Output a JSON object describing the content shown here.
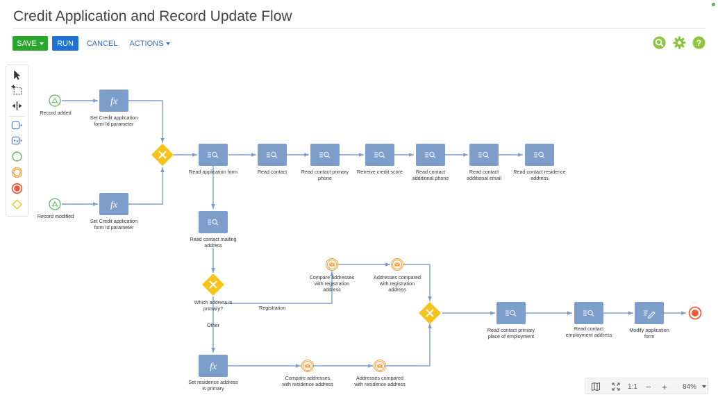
{
  "header": {
    "title": "Credit Application and Record Update Flow",
    "save_label": "SAVE",
    "run_label": "RUN",
    "cancel_label": "CANCEL",
    "actions_label": "ACTIONS"
  },
  "toolbar_icons": [
    "search-icon",
    "gear-icon",
    "help-icon"
  ],
  "palette": [
    "pointer-tool-icon",
    "lasso-tool-icon",
    "space-tool-icon",
    "task-icon",
    "subprocess-icon",
    "start-event-icon",
    "intermediate-event-icon",
    "end-event-icon",
    "gateway-icon"
  ],
  "colors": {
    "task_fill": "#7d9ecb",
    "gateway_fill": "#f7c21a",
    "start_event": "#5cb85c",
    "message_event": "#f5a03a",
    "end_event": "#f05a3a",
    "connector": "#7d9ecb",
    "save_button": "#2aa52e",
    "run_button": "#1e6fd6"
  },
  "diagram": {
    "start_events": [
      {
        "label": "Record added"
      },
      {
        "label": "Record modified"
      }
    ],
    "formula_tasks": [
      {
        "label": [
          "Set Credit application",
          "form Id parameter"
        ]
      },
      {
        "label": [
          "Set Credit application",
          "form Id parameter"
        ]
      },
      {
        "label": [
          "Set residence address",
          "is primary"
        ]
      }
    ],
    "read_tasks": [
      {
        "label": [
          "Read application form"
        ]
      },
      {
        "label": [
          "Read contact"
        ]
      },
      {
        "label": [
          "Read contact primary",
          "phone"
        ]
      },
      {
        "label": [
          "Retreive credit score"
        ]
      },
      {
        "label": [
          "Read contact",
          "additional phone"
        ]
      },
      {
        "label": [
          "Read contact",
          "additional email"
        ]
      },
      {
        "label": [
          "Read contact residence",
          "address"
        ]
      },
      {
        "label": [
          "Read contact mailing",
          "address"
        ]
      },
      {
        "label": [
          "Read contact primary",
          "place of employment"
        ]
      },
      {
        "label": [
          "Read contact",
          "employment address"
        ]
      }
    ],
    "modify_tasks": [
      {
        "label": [
          "Modify application",
          "form"
        ]
      }
    ],
    "gateways": [
      {
        "label": []
      },
      {
        "label": [
          "Which address is",
          "primary?"
        ]
      },
      {
        "label": []
      }
    ],
    "message_events": [
      {
        "label": [
          "Compare addresses",
          "with registration",
          "address"
        ]
      },
      {
        "label": [
          "Addresses compared",
          "with registration",
          "address"
        ]
      },
      {
        "label": [
          "Compare addresses",
          "with residence address"
        ]
      },
      {
        "label": [
          "Addresses compared",
          "with residence address"
        ]
      }
    ],
    "end_events": [
      {
        "label": []
      }
    ],
    "flow_labels": [
      {
        "text": "Registration"
      },
      {
        "text": "Other"
      }
    ]
  },
  "zoom": {
    "map_icon": "map-icon",
    "fit_icon": "fit-icon",
    "actual_size": "1:1",
    "zoom_out": "−",
    "zoom_in": "+",
    "level": "84%"
  }
}
